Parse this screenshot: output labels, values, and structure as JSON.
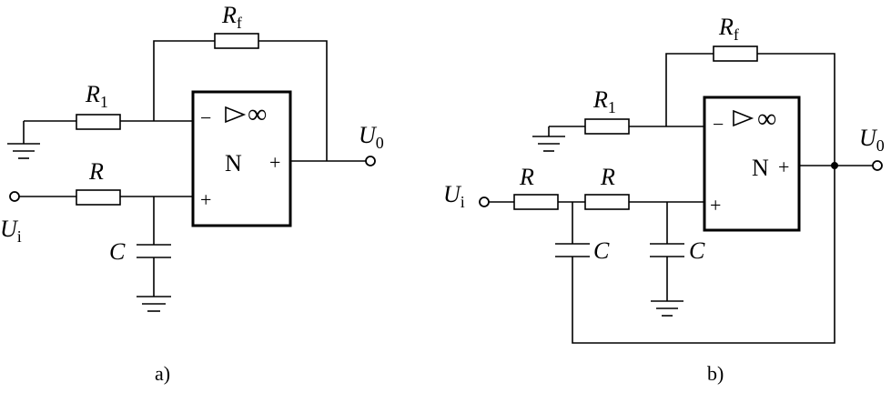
{
  "circuit_a": {
    "caption": "a)",
    "rf": {
      "main": "R",
      "sub": "f"
    },
    "r1": {
      "main": "R",
      "sub": "1"
    },
    "r": "R",
    "c": "C",
    "opamp": {
      "minus": "−",
      "plus_in": "+",
      "inf": "∞",
      "label": "N",
      "plus_out": "+"
    },
    "ui": {
      "main": "U",
      "sub": "i"
    },
    "u0": {
      "main": "U",
      "sub": "0"
    }
  },
  "circuit_b": {
    "caption": "b)",
    "rf": {
      "main": "R",
      "sub": "f"
    },
    "r1": {
      "main": "R",
      "sub": "1"
    },
    "r_left": "R",
    "r_right": "R",
    "c_left": "C",
    "c_right": "C",
    "opamp": {
      "minus": "−",
      "plus_in": "+",
      "inf": "∞",
      "label": "N",
      "plus_out": "+"
    },
    "ui": {
      "main": "U",
      "sub": "i"
    },
    "u0": {
      "main": "U",
      "sub": "0"
    }
  }
}
